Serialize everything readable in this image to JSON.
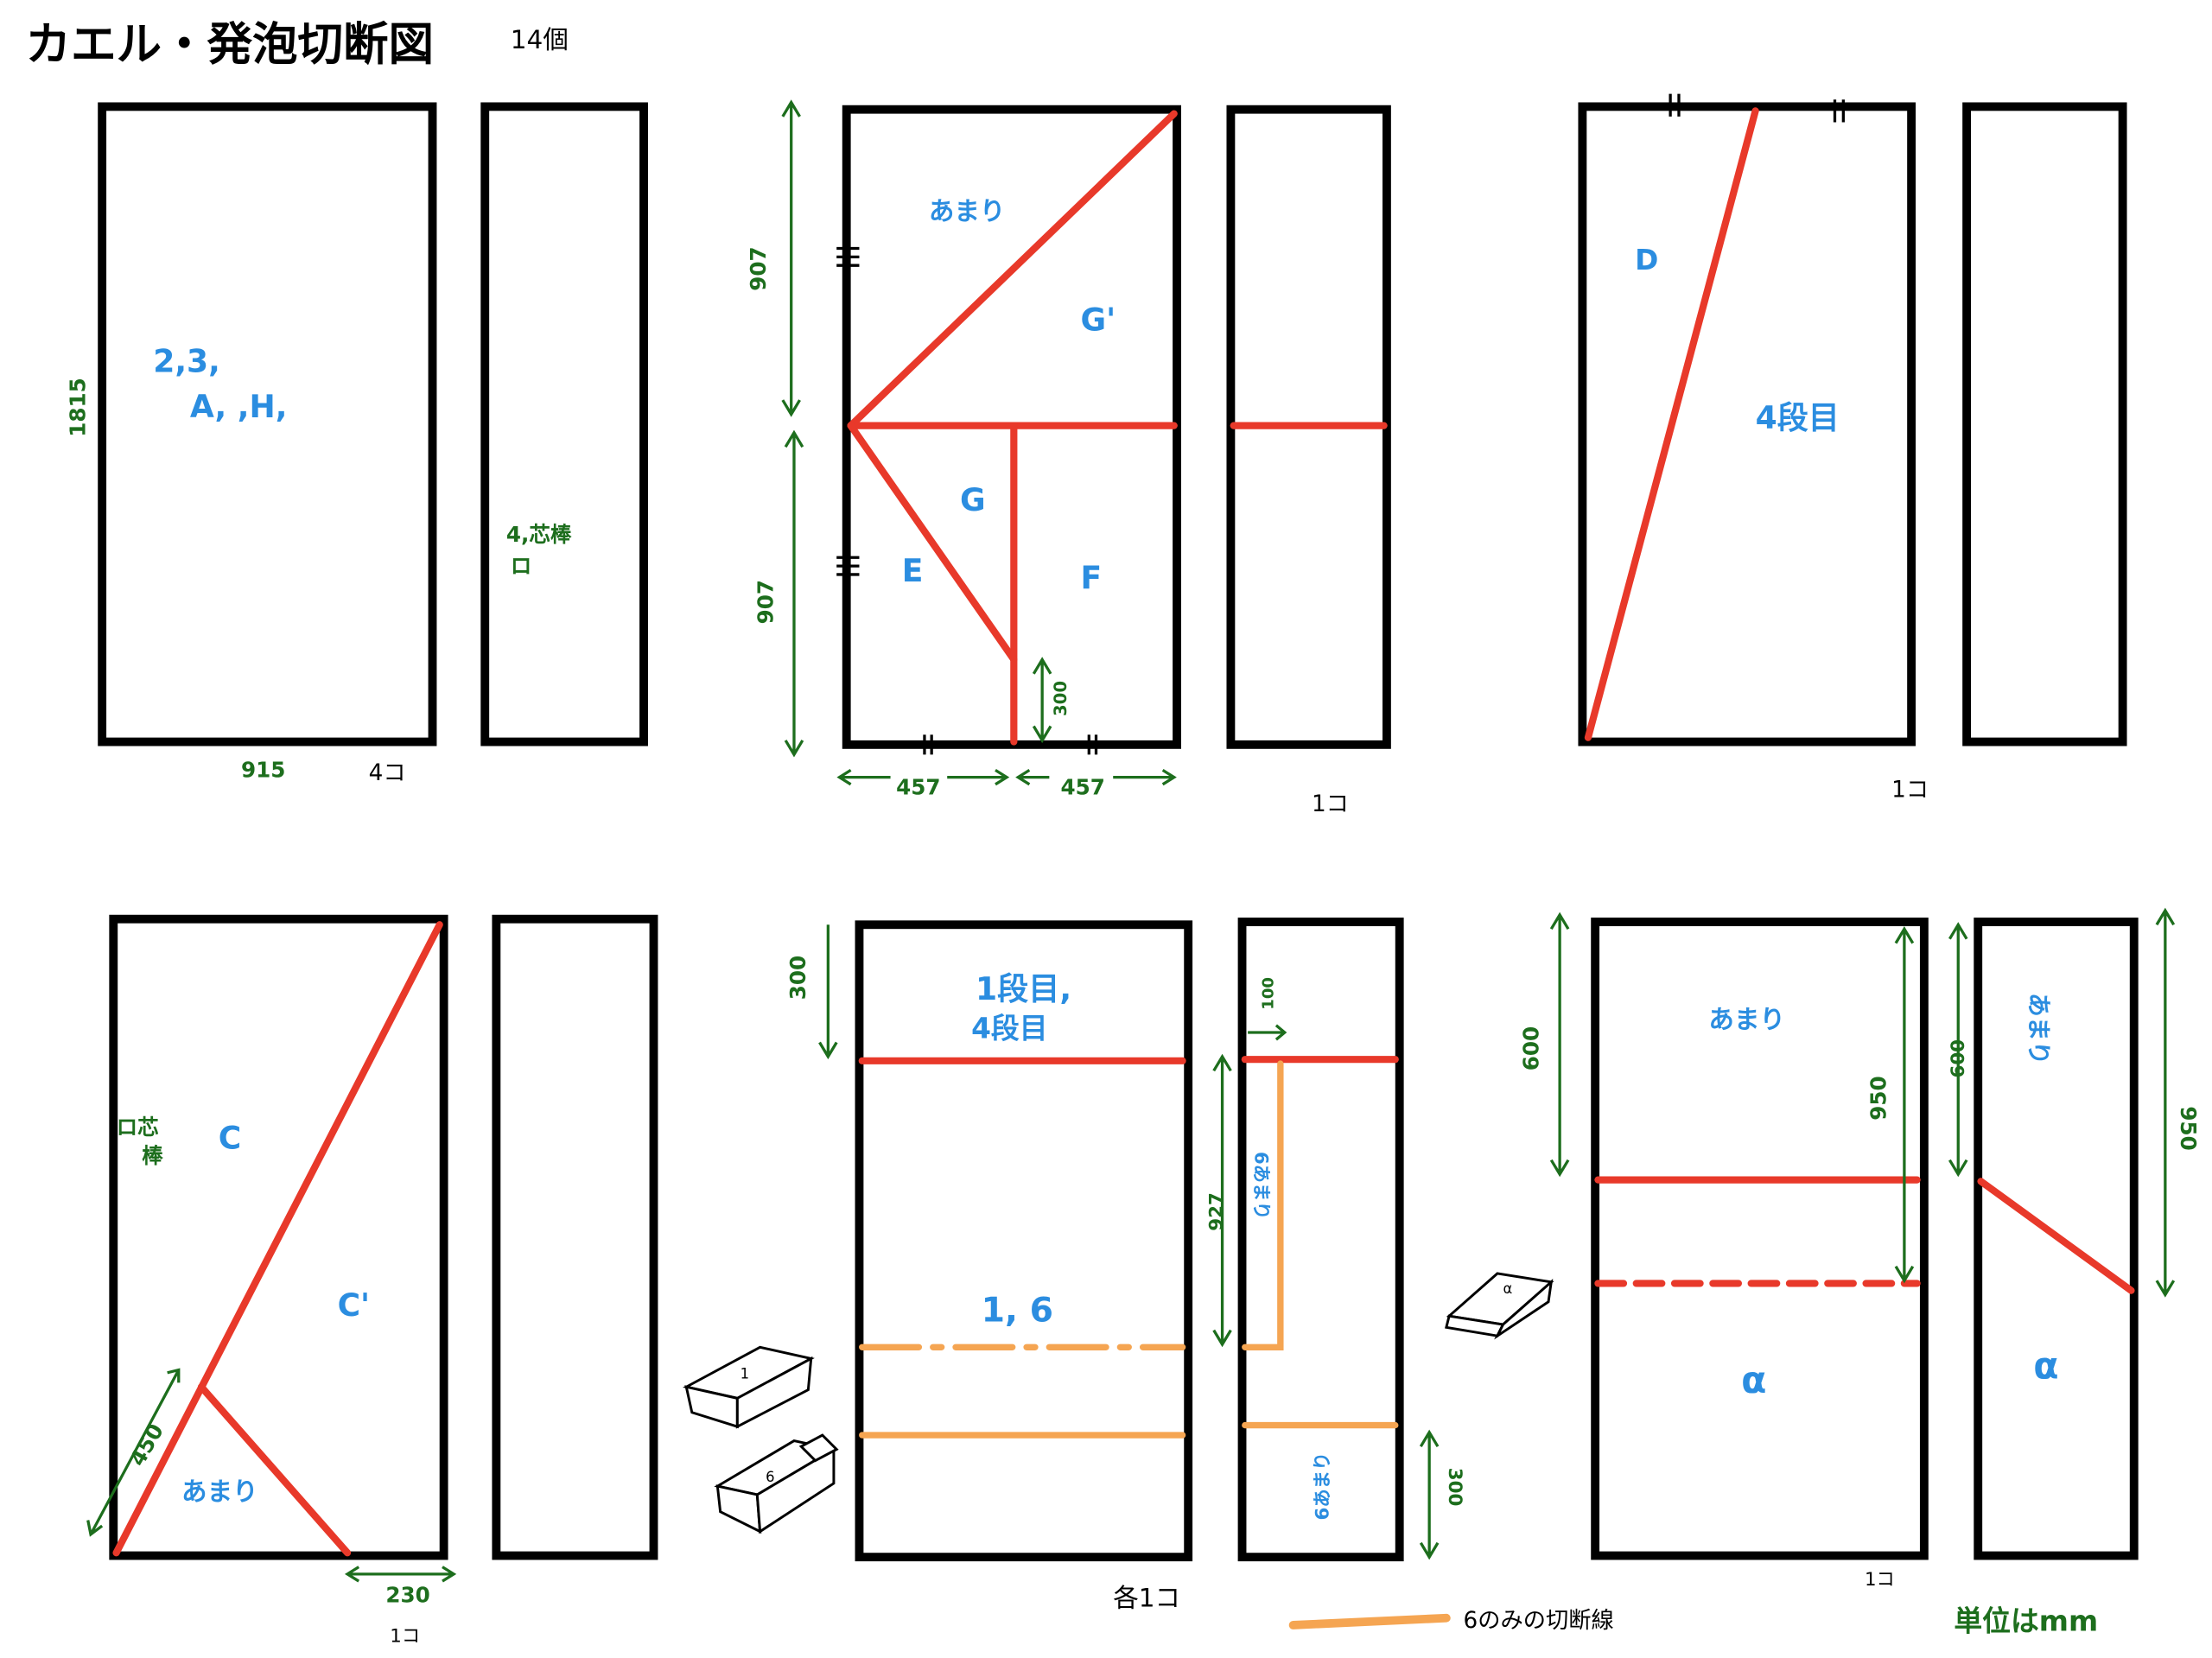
{
  "title": "カエル・発泡切断図",
  "total_count": "14個",
  "colors": {
    "cut": "#e8392a",
    "cut_6_only": "#f5a552",
    "dimension": "#1d6e1d",
    "part_label": "#2b8de0"
  },
  "panel1": {
    "labels_line1": "2,3,",
    "labels_line2": "A,  ,H,",
    "height": "1815",
    "width": "915",
    "count": "4コ",
    "side_label_1": "4,芯棒",
    "side_label_2": "ロ"
  },
  "panel2": {
    "amari": "あまり",
    "g_prime": "G'",
    "g": "G",
    "e": "E",
    "f": "F",
    "dim_upper": "907",
    "dim_lower": "907",
    "dim_300": "300",
    "dim_left": "457",
    "dim_right": "457",
    "count": "1コ"
  },
  "panel3": {
    "d": "D",
    "stage4": "4段目",
    "count": "1コ"
  },
  "panel4": {
    "c": "C",
    "c_prime": "C'",
    "amari": "あまり",
    "dim_450": "450",
    "dim_230": "230",
    "count": "1コ",
    "side_label_1": "ロ芯",
    "side_label_2": "棒"
  },
  "panel5": {
    "stage1": "1段目,",
    "stage4": "4段目",
    "parts": "1, 6",
    "dim_300": "300",
    "count": "各1コ",
    "side_dim_100": "100",
    "side_dim_927": "927",
    "side_amari_upper": "6あまり",
    "side_amari_lower": "6あまり",
    "side_dim_300": "300",
    "box1_label": "1",
    "box6_label": "6"
  },
  "panel6": {
    "amari": "あまり",
    "alpha": "α",
    "dim_600": "600",
    "dim_950": "950",
    "count": "1コ",
    "side_amari": "あまり",
    "side_alpha": "α",
    "side_dim_600": "600",
    "side_dim_950": "950",
    "box_label": "α"
  },
  "legend": {
    "text": "6のみの切断線"
  },
  "unit_note": "単位はmm"
}
